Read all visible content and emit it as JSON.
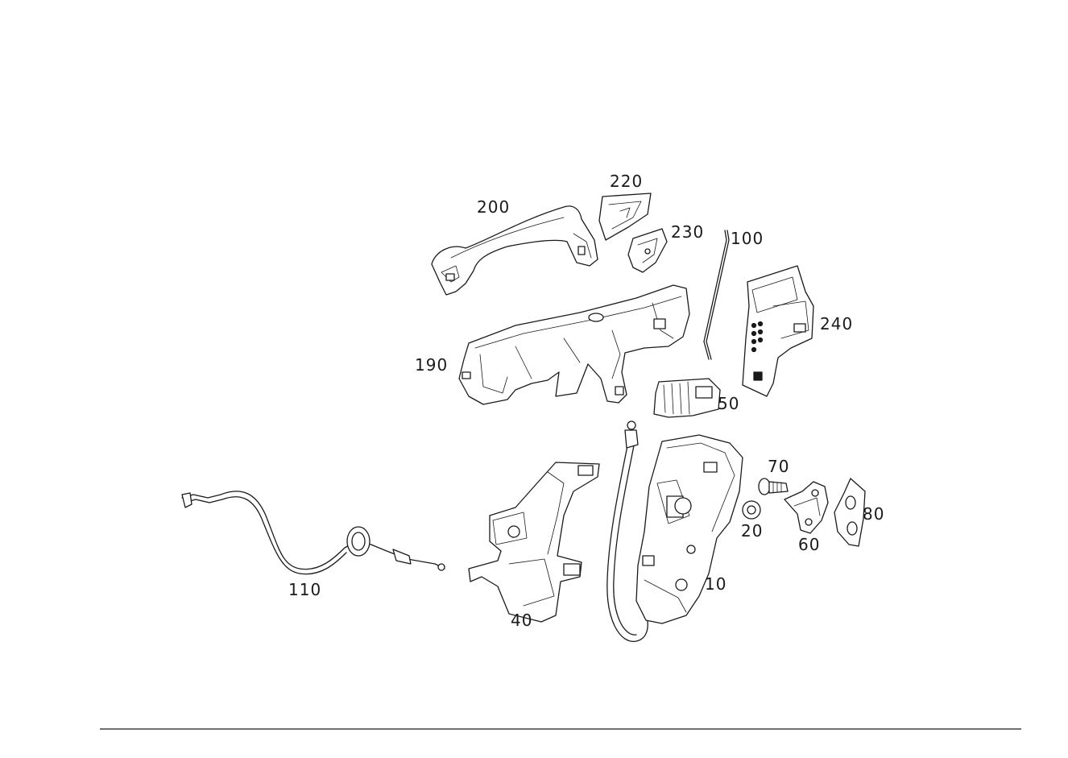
{
  "colors": {
    "line": "#1a1a1a",
    "background": "#ffffff"
  },
  "parts": [
    {
      "id": "p200",
      "label": "200"
    },
    {
      "id": "p220",
      "label": "220"
    },
    {
      "id": "p230",
      "label": "230"
    },
    {
      "id": "p100",
      "label": "100"
    },
    {
      "id": "p240",
      "label": "240"
    },
    {
      "id": "p190",
      "label": "190"
    },
    {
      "id": "p50",
      "label": "50"
    },
    {
      "id": "p70",
      "label": "70"
    },
    {
      "id": "p20",
      "label": "20"
    },
    {
      "id": "p80",
      "label": "80"
    },
    {
      "id": "p60",
      "label": "60"
    },
    {
      "id": "p110",
      "label": "110"
    },
    {
      "id": "p10",
      "label": "10"
    },
    {
      "id": "p40",
      "label": "40"
    }
  ]
}
